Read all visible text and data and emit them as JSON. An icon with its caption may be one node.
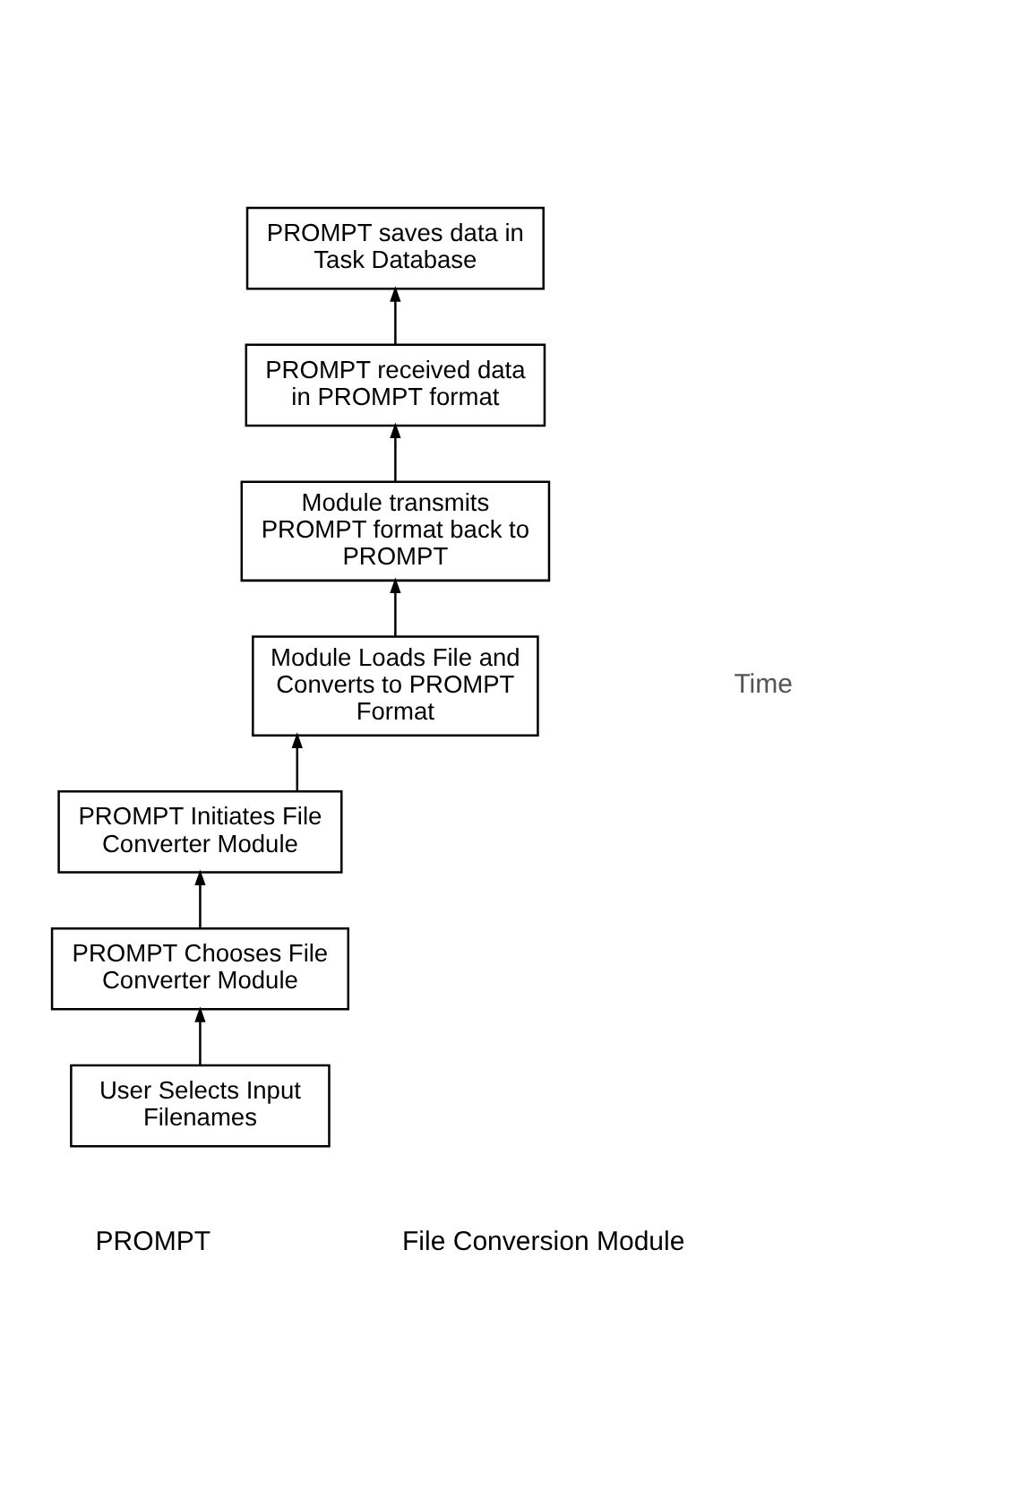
{
  "diagram": {
    "nodes": [
      {
        "text": [
          "PROMPT saves data in Task Database"
        ]
      },
      {
        "text": [
          "PROMPT received data in PROMPT format"
        ]
      },
      {
        "text": [
          "Module transmits PROMPT format back to PROMPT"
        ]
      },
      {
        "text": [
          "Module Loads File and Converts to PROMPT Format"
        ]
      },
      {
        "text": [
          "PROMPT Initiates File Converter Module"
        ]
      },
      {
        "text": [
          "PROMPT Chooses File Converter Module"
        ]
      },
      {
        "text": [
          "User Selects Input Filenames"
        ]
      }
    ],
    "edges": [
      {
        "from": 6,
        "to": 5,
        "arrow": "to"
      },
      {
        "from": 5,
        "to": 4,
        "arrow": "to"
      },
      {
        "from": 4,
        "to": 3,
        "arrow": "to"
      },
      {
        "from": 3,
        "to": 2,
        "arrow": "to"
      },
      {
        "from": 2,
        "to": 1,
        "arrow": "to"
      },
      {
        "from": 1,
        "to": 0,
        "arrow": "to"
      }
    ],
    "labels": [
      "Time",
      "PROMPT",
      "File Conversion Module"
    ]
  }
}
